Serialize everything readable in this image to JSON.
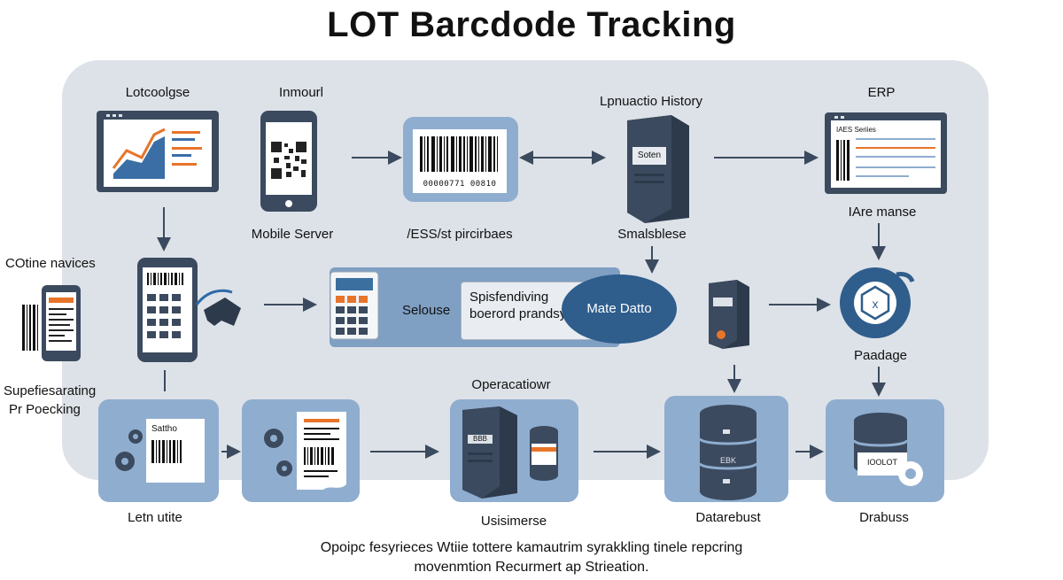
{
  "title": "LOT Barcdode Tracking",
  "nodes": {
    "lotcoolgse": "Lotcoolgse",
    "inmourl": "Inmourl",
    "history": "Lpnuactio History",
    "erp": "ERP",
    "mobile_server": "Mobile Server",
    "ess": "/ESS/st pircirbaes",
    "smalsblese": "Smalsblese",
    "iare": "IAre manse",
    "cotine": "COtine navices",
    "selouse": "Selouse",
    "spisfend_line1": "Spisfendiving",
    "spisfend_line2": "boerord prandsy",
    "mate": "Mate Datto",
    "paadage": "Paadage",
    "superseparating_line1": "Supefiesarating",
    "superseparating_line2": "Pr Poecking",
    "operacation": "Operacatiowr",
    "letn": "Letn utite",
    "usisimerse": "Usisimerse",
    "datarebust": "Datarebust",
    "drabuss": "Drabuss"
  },
  "screen_texts": {
    "barcode_digits": "00000771 00810",
    "server_tag": "Soten",
    "erp_window": "IAES Seriies",
    "scanner_label": "Sattho",
    "db_label": "EBK",
    "disk_label": "IOOLOT",
    "server2_tag": "BBB"
  },
  "footnote": {
    "line1": "Opoipc fesyrieces Wtiie tottere kamautrim syrakkling tinele repcring",
    "line2": "movenmtion Recurmert ap Strieation."
  },
  "colors": {
    "panel": "#dde2e8",
    "card": "#8fadcf",
    "band": "#7f9fc3",
    "dark_slate": "#3b4a5e",
    "navy_ellipse": "#2f5d8c",
    "accent_orange": "#e8742a",
    "arrow": "#3b4a5e"
  }
}
